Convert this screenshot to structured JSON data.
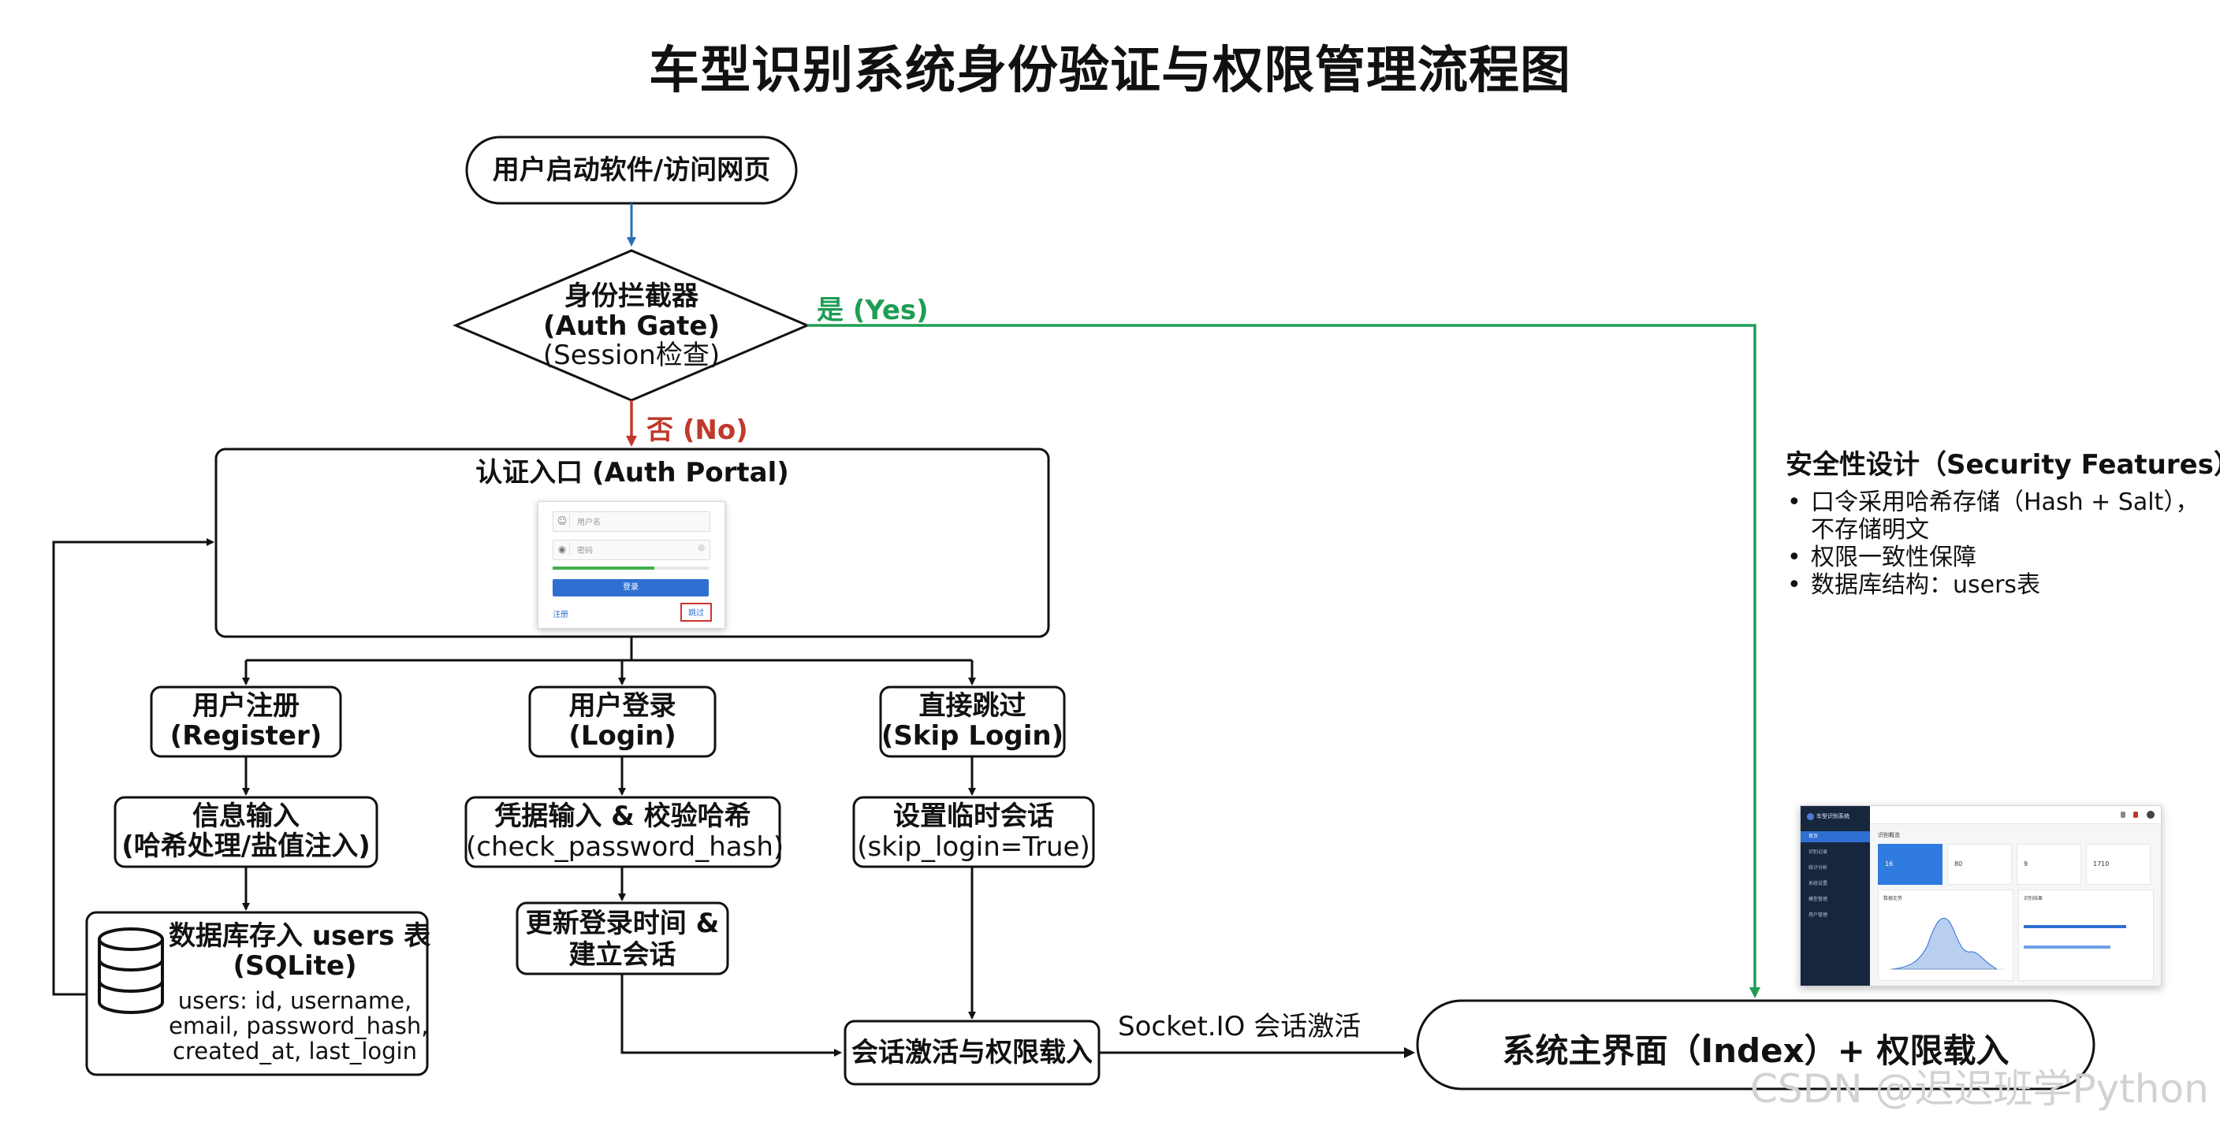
{
  "title": "车型识别系统身份验证与权限管理流程图",
  "nodes": {
    "start": "用户启动软件/访问网页",
    "gate": {
      "line1": "身份拦截器",
      "line2": "(Auth Gate)",
      "line3": "(Session检查)"
    },
    "portal": "认证入口 (Auth Portal)",
    "register": {
      "line1": "用户注册",
      "line2": "(Register)"
    },
    "login": {
      "line1": "用户登录",
      "line2": "(Login)"
    },
    "skip": {
      "line1": "直接跳过",
      "line2": "(Skip Login)"
    },
    "info": {
      "line1": "信息输入",
      "line2": "(哈希处理/盐值注入)"
    },
    "verify": {
      "line1": "凭据输入 & 校验哈希",
      "line2": "(check_password_hash)"
    },
    "temp_session": {
      "line1": "设置临时会话",
      "line2": "(skip_login=True)"
    },
    "db_store": {
      "line1": "数据库存入 users 表",
      "line2": "(SQLite)",
      "fields1": "users: id, username,",
      "fields2": "email, password_hash,",
      "fields3": "created_at, last_login"
    },
    "update_login": {
      "line1": "更新登录时间 &",
      "line2": "建立会话"
    },
    "activate": "会话激活与权限载入",
    "main_ui": "系统主界面（Index）+ 权限载入"
  },
  "edge_labels": {
    "yes": "是 (Yes)",
    "no": "否 (No)",
    "socket": "Socket.IO 会话激活"
  },
  "colors": {
    "start_arrow": "#2a6db5",
    "yes": "#1f9d55",
    "no": "#c0392b",
    "stroke": "#111111"
  },
  "security": {
    "title": "安全性设计（Security Features）",
    "items": [
      {
        "line1": "口令采用哈希存储（Hash + Salt），",
        "line2": "不存储明文"
      },
      {
        "line1": "权限一致性保障",
        "line2": ""
      },
      {
        "line1": "数据库结构：users表",
        "line2": ""
      }
    ]
  },
  "login_mockup": {
    "username_placeholder": "用户名",
    "password_placeholder": "密码",
    "password_strength": 0.65,
    "login_button": "登录",
    "register_link": "注册",
    "skip_link": "跳过",
    "user_icon": "user-icon",
    "lock_icon": "lock-icon",
    "eye_icon": "eye-icon"
  },
  "dashboard_mockup": {
    "app_name": "车型识别系统",
    "nav": [
      "首页",
      "识别记录",
      "统计分析",
      "系统设置",
      "模型管理",
      "用户管理"
    ],
    "heading": "识别概览",
    "cards": [
      "16",
      "80",
      "9",
      "1710"
    ],
    "panel1": "数据走势",
    "panel2": "识别结果"
  },
  "watermark": "CSDN @迟迟班学Python"
}
